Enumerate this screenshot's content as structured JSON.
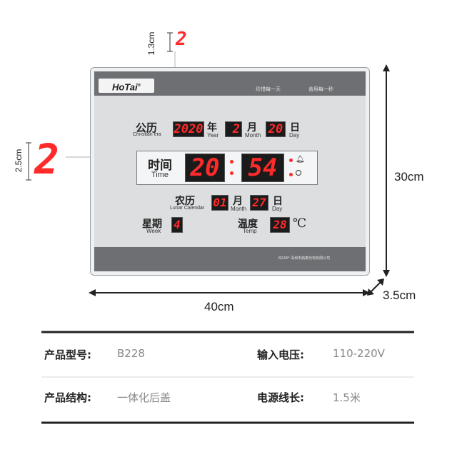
{
  "dimensions": {
    "digit_height_small": "1.3cm",
    "digit_height_large": "2.5cm",
    "height": "30cm",
    "width": "40cm",
    "depth": "3.5cm",
    "sample_digit_small": "2",
    "sample_digit_large": "2"
  },
  "clock": {
    "brand": "HoTai",
    "brand_mark": "®",
    "slogan_left": "珍惜每一天",
    "slogan_right": "善用每一秒",
    "footer_text": "B228* 深圳市航泰光电有限公司",
    "gregorian": {
      "label_cn": "公历",
      "label_en": "Christian era",
      "year_value": "2020",
      "year_cn": "年",
      "year_en": "Year",
      "month_value": "2",
      "month_cn": "月",
      "month_en": "Month",
      "day_value": "20",
      "day_cn": "日",
      "day_en": "Day"
    },
    "time": {
      "label_cn": "时间",
      "label_en": "Time",
      "hours": "20",
      "minutes": "54",
      "alarm_icon": "bell-icon",
      "timer_icon": "clock-icon"
    },
    "lunar": {
      "label_cn": "农历",
      "label_en": "Lunar Calendar",
      "month_value": "01",
      "month_cn": "月",
      "month_en": "Month",
      "day_value": "27",
      "day_cn": "日",
      "day_en": "Day"
    },
    "week": {
      "label_cn": "星期",
      "label_en": "Week",
      "value": "4"
    },
    "temperature": {
      "label_cn": "温度",
      "label_en": "Temp",
      "value": "28",
      "unit": "℃"
    }
  },
  "specs": {
    "model_label": "产品型号:",
    "model_value": "B228",
    "voltage_label": "输入电压:",
    "voltage_value": "110-220V",
    "structure_label": "产品结构:",
    "structure_value": "一体化后盖",
    "cable_label": "电源线长:",
    "cable_value": "1.5米"
  },
  "colors": {
    "led_red": "#ff2a2a",
    "led_bg": "#1b1b1b",
    "bar_gray": "#6e6f72",
    "panel_gray": "#dcdee0"
  }
}
